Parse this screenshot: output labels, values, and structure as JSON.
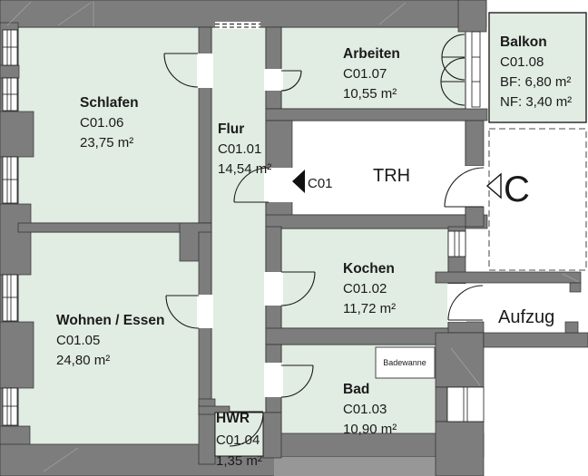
{
  "plan": {
    "rooms": [
      {
        "name": "Schlafen",
        "code": "C01.06",
        "area": "23,75 m²"
      },
      {
        "name": "Flur",
        "code": "C01.01",
        "area": "14,54 m²"
      },
      {
        "name": "Arbeiten",
        "code": "C01.07",
        "area": "10,55 m²"
      },
      {
        "name": "Balkon",
        "code": "C01.08",
        "area_bf": "BF: 6,80 m²",
        "area_nf": "NF: 3,40 m²"
      },
      {
        "name": "Kochen",
        "code": "C01.02",
        "area": "11,72 m²"
      },
      {
        "name": "Bad",
        "code": "C01.03",
        "area": "10,90 m²"
      },
      {
        "name": "Wohnen / Essen",
        "code": "C01.05",
        "area": "24,80 m²"
      },
      {
        "name": "HWR",
        "code": "C01.04",
        "area": "1,35 m²"
      }
    ],
    "labels": {
      "stairwell": "TRH",
      "elevator": "Aufzug",
      "unit_entrance": "C01",
      "staircase_letter": "C",
      "bathtub": "Badewanne"
    },
    "colors": {
      "room_fill": "#e1ece3",
      "wall": "#7d7d7d",
      "wall_light": "#979797",
      "line": "#1a1a1a"
    }
  }
}
